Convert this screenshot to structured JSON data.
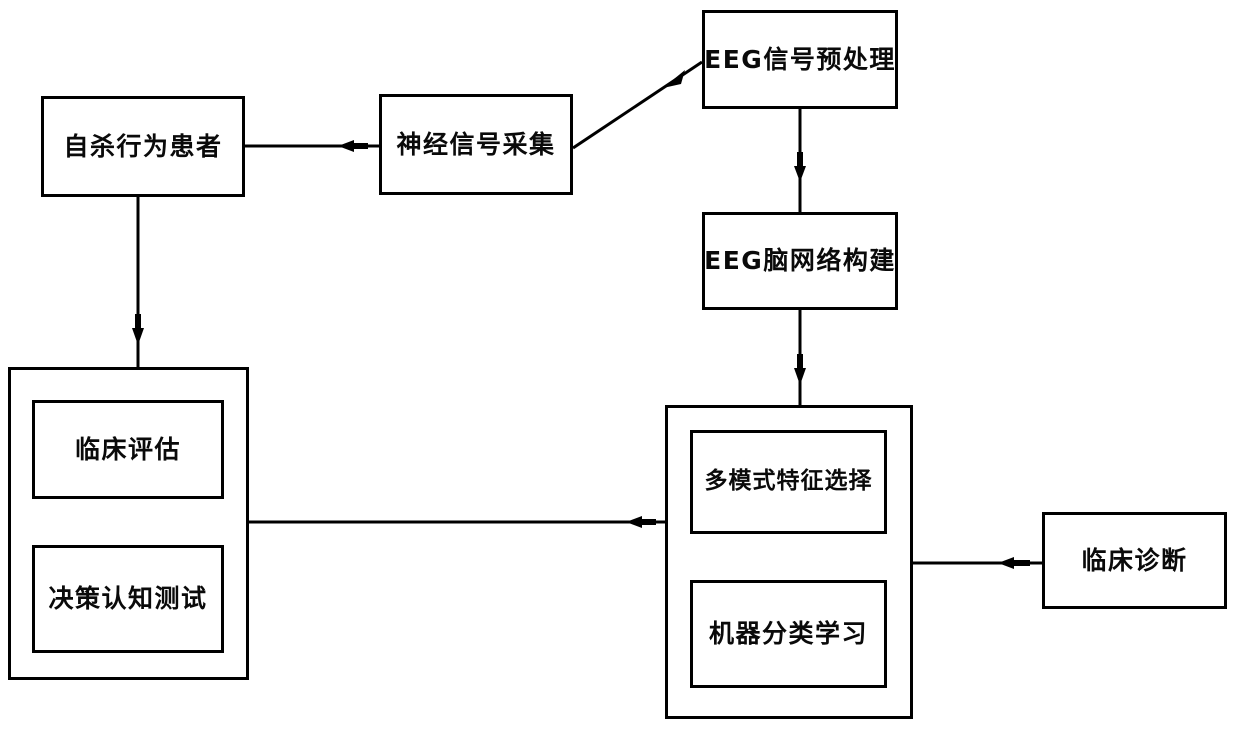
{
  "diagram": {
    "type": "flowchart",
    "title": "",
    "background_color": "#ffffff",
    "line_color": "#000000",
    "text_color": "#0a0a0a",
    "nodes": {
      "patient": "自杀行为患者",
      "acquisition": "神经信号采集",
      "preprocess": "EEG信号预处理",
      "network": "EEG脑网络构建",
      "clinical": "临床评估",
      "cognitive": "决策认知测试",
      "feature": "多模式特征选择",
      "classify": "机器分类学习",
      "diagnosis": "临床诊断"
    },
    "edges": [
      {
        "from": "patient",
        "to": "acquisition",
        "style": "horizontal-arrow"
      },
      {
        "from": "acquisition",
        "to": "preprocess",
        "style": "diagonal-arrow"
      },
      {
        "from": "preprocess",
        "to": "network",
        "style": "vertical-arrow"
      },
      {
        "from": "patient",
        "to": "clinical-group",
        "style": "vertical-arrow"
      },
      {
        "from": "network",
        "to": "analysis-group",
        "style": "vertical-arrow"
      },
      {
        "from": "clinical-group",
        "to": "analysis-group",
        "style": "horizontal-arrow"
      },
      {
        "from": "analysis-group",
        "to": "diagnosis",
        "style": "horizontal-arrow"
      }
    ]
  }
}
